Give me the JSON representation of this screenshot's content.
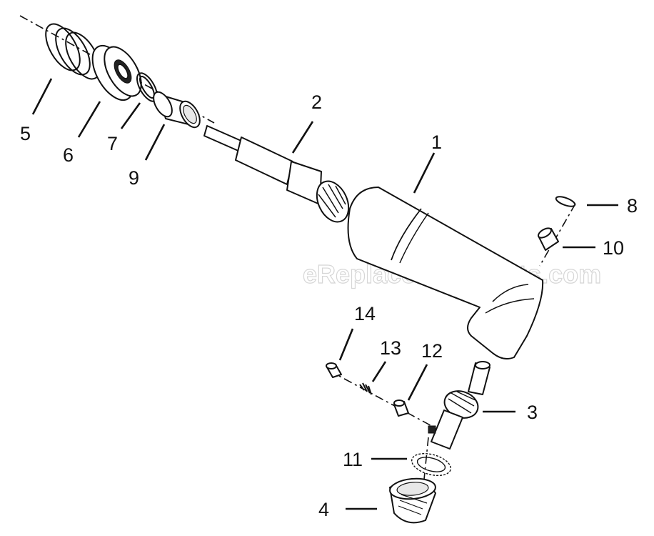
{
  "watermark": "eReplacementParts.com",
  "callouts": [
    {
      "id": "1",
      "label": "1"
    },
    {
      "id": "2",
      "label": "2"
    },
    {
      "id": "3",
      "label": "3"
    },
    {
      "id": "4",
      "label": "4"
    },
    {
      "id": "5",
      "label": "5"
    },
    {
      "id": "6",
      "label": "6"
    },
    {
      "id": "7",
      "label": "7"
    },
    {
      "id": "8",
      "label": "8"
    },
    {
      "id": "9",
      "label": "9"
    },
    {
      "id": "10",
      "label": "10"
    },
    {
      "id": "11",
      "label": "11"
    },
    {
      "id": "12",
      "label": "12"
    },
    {
      "id": "13",
      "label": "13"
    },
    {
      "id": "14",
      "label": "14"
    }
  ]
}
